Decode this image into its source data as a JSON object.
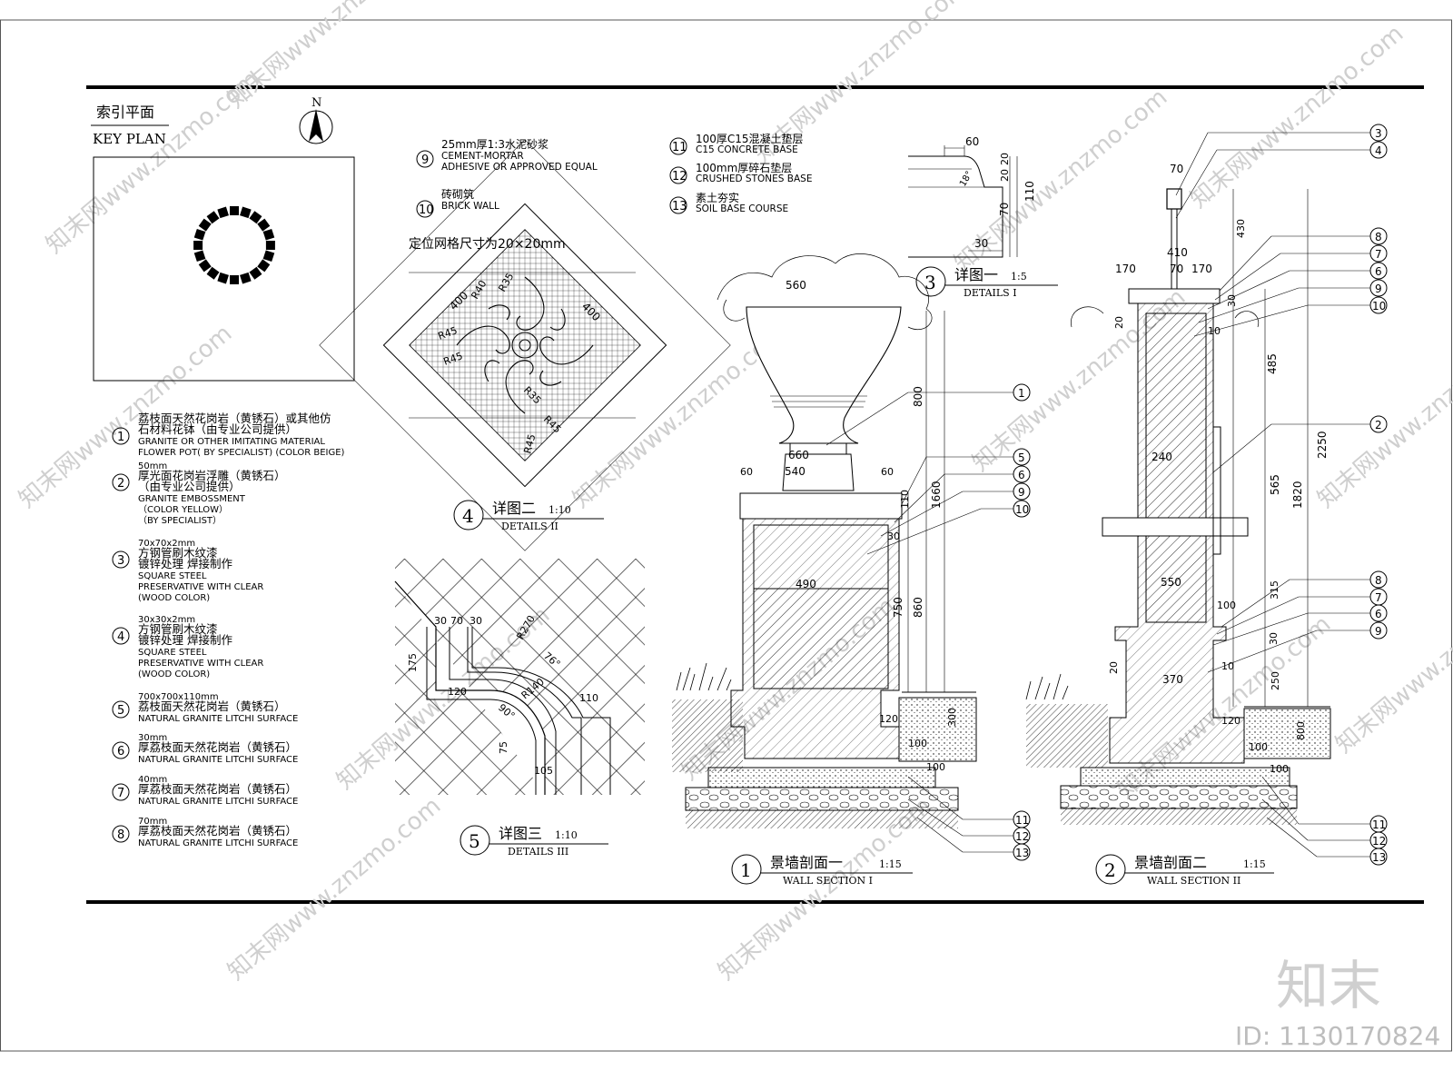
{
  "key_plan": {
    "title_cn": "索引平面",
    "title_en": "KEY PLAN",
    "north": "N"
  },
  "legend": [
    {
      "num": "1",
      "lines": [
        "荔枝面天然花岗岩（黄锈石）或其他仿",
        "石材料花钵（由专业公司提供）",
        "GRANITE OR OTHER IMITATING MATERIAL",
        "FLOWER POT( BY SPECIALIST) (COLOR BEIGE)"
      ]
    },
    {
      "num": "2",
      "lines": [
        "50mm",
        "厚光面花岗岩浮雕（黄锈石）",
        "（由专业公司提供）",
        "GRANITE EMBOSSMENT",
        "（COLOR  YELLOW）",
        "（BY SPECIALIST）"
      ]
    },
    {
      "num": "3",
      "lines": [
        "70x70x2mm",
        "方钢管刷木纹漆",
        "镀锌处理  焊接制作",
        "SQUARE STEEL",
        "PRESERVATIVE WITH CLEAR",
        "(WOOD  COLOR)"
      ]
    },
    {
      "num": "4",
      "lines": [
        "30x30x2mm",
        "方钢管刷木纹漆",
        "镀锌处理  焊接制作",
        "SQUARE STEEL",
        "PRESERVATIVE WITH CLEAR",
        "(WOOD  COLOR)"
      ]
    },
    {
      "num": "5",
      "lines": [
        "700x700x110mm",
        "荔枝面天然花岗岩（黄锈石）",
        "NATURAL GRANITE LITCHI SURFACE"
      ]
    },
    {
      "num": "6",
      "lines": [
        "30mm",
        "厚荔枝面天然花岗岩（黄锈石）",
        "NATURAL GRANITE LITCHI SURFACE"
      ]
    },
    {
      "num": "7",
      "lines": [
        "40mm",
        "厚荔枝面天然花岗岩（黄锈石）",
        "NATURAL GRANITE LITCHI SURFACE"
      ]
    },
    {
      "num": "8",
      "lines": [
        "70mm",
        "厚荔枝面天然花岗岩（黄锈石）",
        "NATURAL GRANITE LITCHI SURFACE"
      ]
    }
  ],
  "legend_b": [
    {
      "num": "9",
      "lines": [
        "25mm厚1:3水泥砂浆",
        "CEMENT-MORTAR",
        "ADHESIVE OR APPROVED EQUAL"
      ]
    },
    {
      "num": "10",
      "lines": [
        "砖砌筑",
        "BRICK WALL"
      ]
    }
  ],
  "legend_c": [
    {
      "num": "11",
      "lines": [
        "100厚C15混凝土垫层",
        "C15 CONCRETE BASE"
      ]
    },
    {
      "num": "12",
      "lines": [
        "100mm厚碎石垫层",
        "CRUSHED STONES BASE"
      ]
    },
    {
      "num": "13",
      "lines": [
        "素土夯实",
        "SOIL BASE COURSE"
      ]
    }
  ],
  "grid_note": "定位网格尺寸为20×20mm",
  "titles": {
    "d1": {
      "num": "3",
      "cn": "详图一",
      "scale": "1:5",
      "en": "DETAILS I"
    },
    "d2": {
      "num": "4",
      "cn": "详图二",
      "scale": "1:10",
      "en": "DETAILS II"
    },
    "d3": {
      "num": "5",
      "cn": "详图三",
      "scale": "1:10",
      "en": "DETAILS III"
    },
    "s1": {
      "num": "1",
      "cn": "景墙剖面一",
      "scale": "1:15",
      "en": "WALL SECTION I"
    },
    "s2": {
      "num": "2",
      "cn": "景墙剖面二",
      "scale": "1:15",
      "en": "WALL SECTION II"
    }
  },
  "dims": {
    "d1": [
      "60",
      "20",
      "20",
      "18°",
      "70",
      "110",
      "30"
    ],
    "d2": [
      "400",
      "400",
      "R40",
      "R35",
      "R45",
      "R45",
      "R35",
      "R45",
      "R45"
    ],
    "d3": [
      "30",
      "70",
      "30",
      "R270",
      "175",
      "76°",
      "120",
      "90°",
      "R140",
      "110",
      "75",
      "105"
    ],
    "s1": [
      "560",
      "800",
      "1660",
      "660",
      "540",
      "60",
      "60",
      "110",
      "30",
      "490",
      "750",
      "860",
      "120",
      "300",
      "100",
      "100"
    ],
    "s2": [
      "70",
      "410",
      "170",
      "70",
      "170",
      "430",
      "30",
      "20",
      "10",
      "485",
      "2250",
      "240",
      "1820",
      "565",
      "550",
      "315",
      "100",
      "30",
      "20",
      "10",
      "250",
      "370",
      "120",
      "800",
      "100",
      "100"
    ]
  },
  "callouts": {
    "s1": [
      "1",
      "5",
      "6",
      "9",
      "10",
      "11",
      "12",
      "13"
    ],
    "s2": [
      "3",
      "4",
      "8",
      "7",
      "6",
      "9",
      "10",
      "2",
      "8",
      "7",
      "6",
      "9",
      "11",
      "12",
      "13"
    ]
  },
  "watermarks": {
    "site": "知末网www.znzmo.com",
    "brand": "知末",
    "id": "ID: 1130170824"
  }
}
